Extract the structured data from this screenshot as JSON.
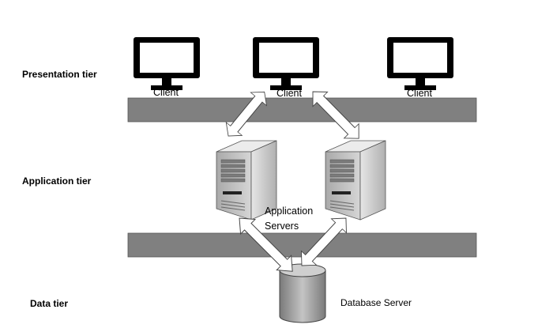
{
  "tiers": {
    "presentation": "Presentation tier",
    "application": "Application tier",
    "data": "Data tier"
  },
  "clients": [
    {
      "label": "Client"
    },
    {
      "label": "Client"
    },
    {
      "label": "Client"
    }
  ],
  "app_servers": {
    "label_line1": "Application",
    "label_line2": "Servers"
  },
  "db_server": {
    "label": "Database Server"
  },
  "icons": [
    "monitor-icon",
    "server-tower-icon",
    "database-cylinder-icon",
    "double-arrow-icon"
  ],
  "colors": {
    "bar_fill": "#808080",
    "server_light": "#d9d9d9",
    "server_dark": "#8c8c8c",
    "monitor": "#000000"
  }
}
